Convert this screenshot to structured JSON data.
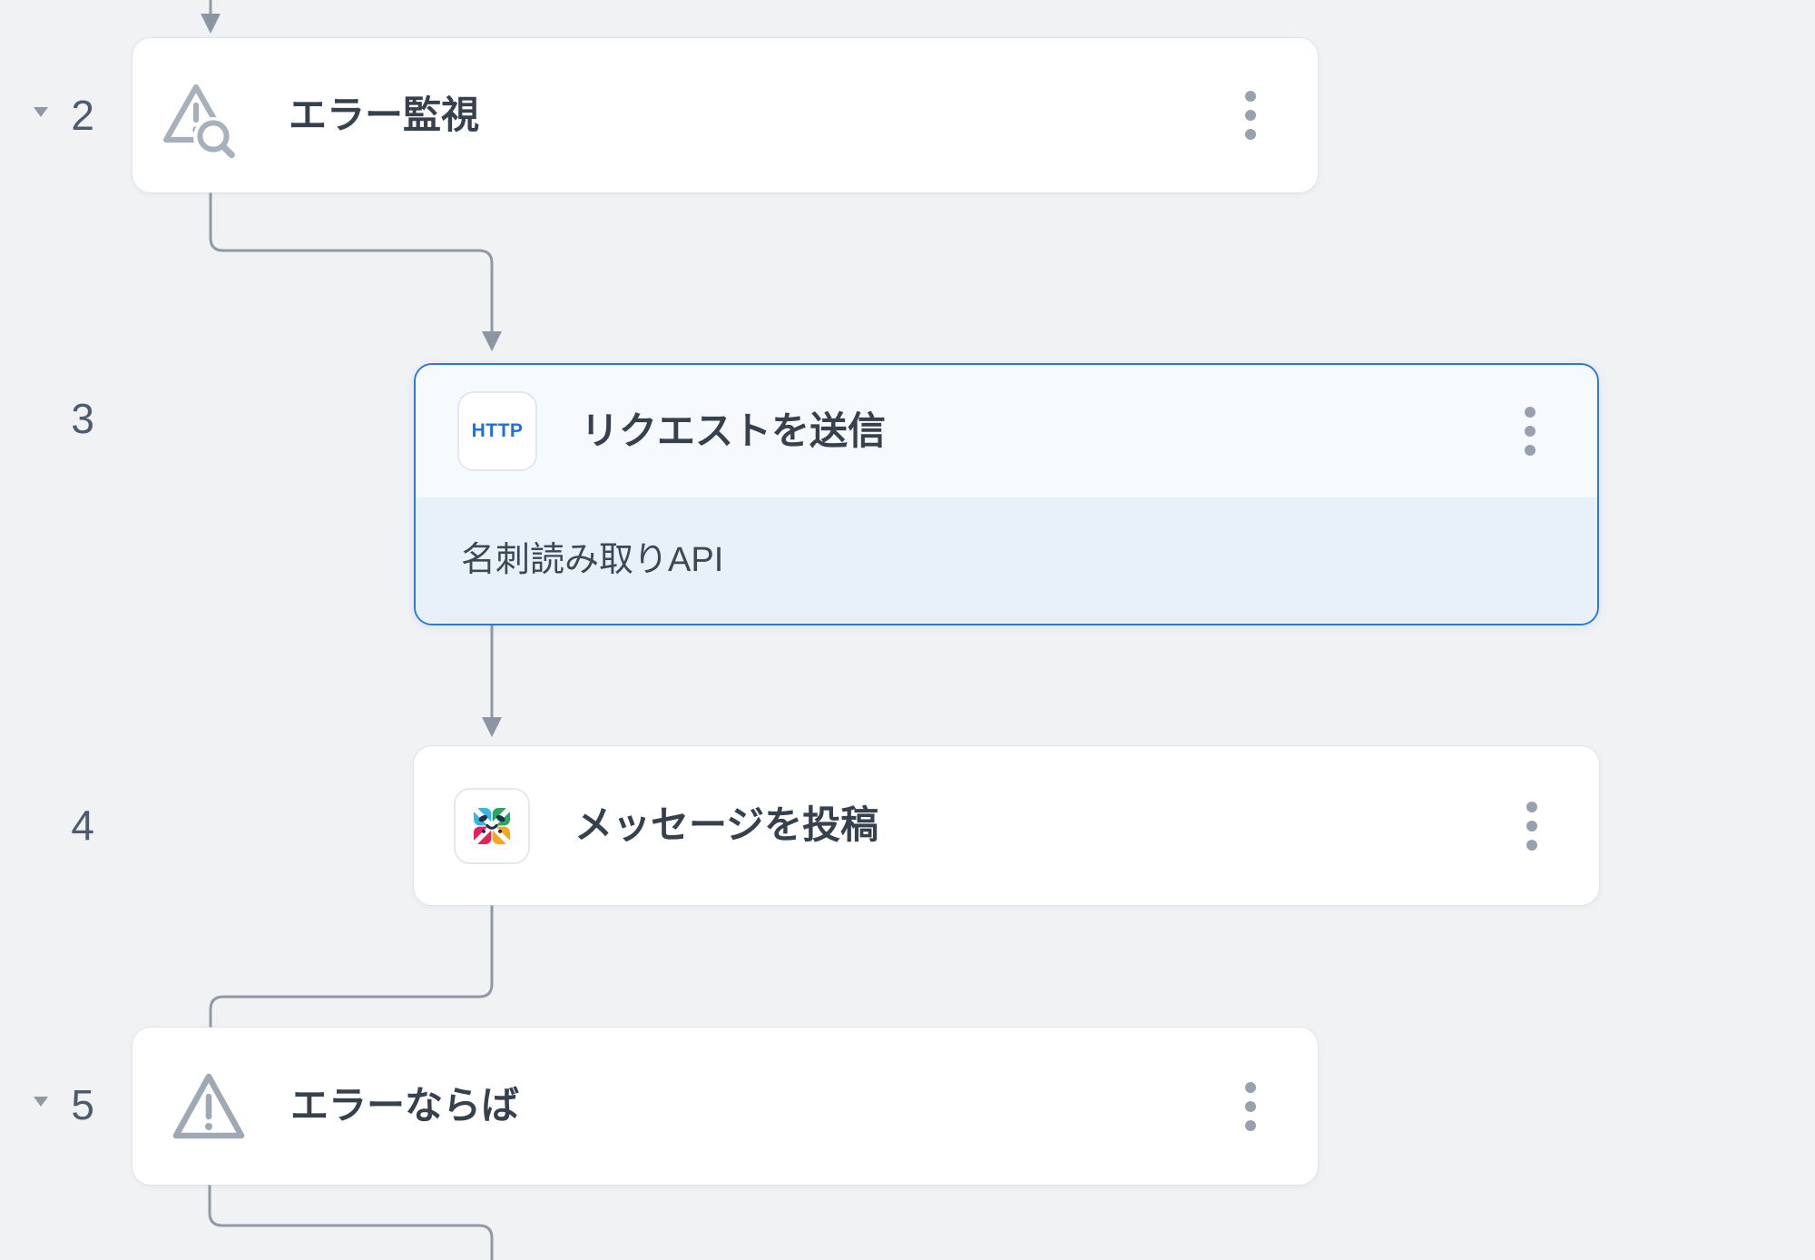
{
  "flow": {
    "steps": [
      {
        "number": "2",
        "collapsible": true,
        "icon": "error-monitor-icon",
        "title": "エラー監視",
        "menu": "kebab-menu"
      },
      {
        "number": "3",
        "collapsible": false,
        "icon": "http-icon",
        "icon_text": "HTTP",
        "title": "リクエストを送信",
        "subtitle": "名刺読み取りAPI",
        "selected": true,
        "menu": "kebab-menu"
      },
      {
        "number": "4",
        "collapsible": false,
        "icon": "messaging-app-icon",
        "title": "メッセージを投稿",
        "menu": "kebab-menu"
      },
      {
        "number": "5",
        "collapsible": true,
        "icon": "warning-icon",
        "title": "エラーならば",
        "menu": "kebab-menu"
      }
    ]
  },
  "colors": {
    "canvas_bg": "#f1f2f4",
    "card_bg": "#ffffff",
    "selected_border": "#2b7ad9",
    "selected_header_bg": "#f6fafd",
    "selected_body_bg": "#e8f1fa",
    "connector": "#8f9aa6",
    "title_text": "#37414e",
    "subtitle_text": "#3d4857",
    "number_text": "#4d5c6c",
    "http_text": "#1f6fe0",
    "gray_icon": "#a7b1bd",
    "kebab_dots": "#98a2ae",
    "app_blue": "#36b7e8",
    "app_green": "#27a95f",
    "app_pink": "#ea1e5c",
    "app_amber": "#f2a71c"
  }
}
